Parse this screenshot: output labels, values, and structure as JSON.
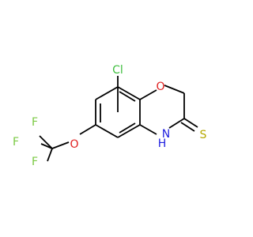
{
  "molecule": {
    "atoms": [
      {
        "id": "Cl",
        "text": "Cl",
        "color": "#3fbf3f"
      },
      {
        "id": "O_ring",
        "text": "O",
        "color": "#e02020"
      },
      {
        "id": "S",
        "text": "S",
        "color": "#b5a800"
      },
      {
        "id": "NH",
        "text": "H",
        "color": "#2020e0",
        "secondary": "N"
      },
      {
        "id": "O_ether",
        "text": "O",
        "color": "#e02020"
      },
      {
        "id": "F1",
        "text": "F",
        "color": "#7ac943"
      },
      {
        "id": "F2",
        "text": "F",
        "color": "#7ac943"
      },
      {
        "id": "F3",
        "text": "F",
        "color": "#7ac943"
      }
    ]
  }
}
